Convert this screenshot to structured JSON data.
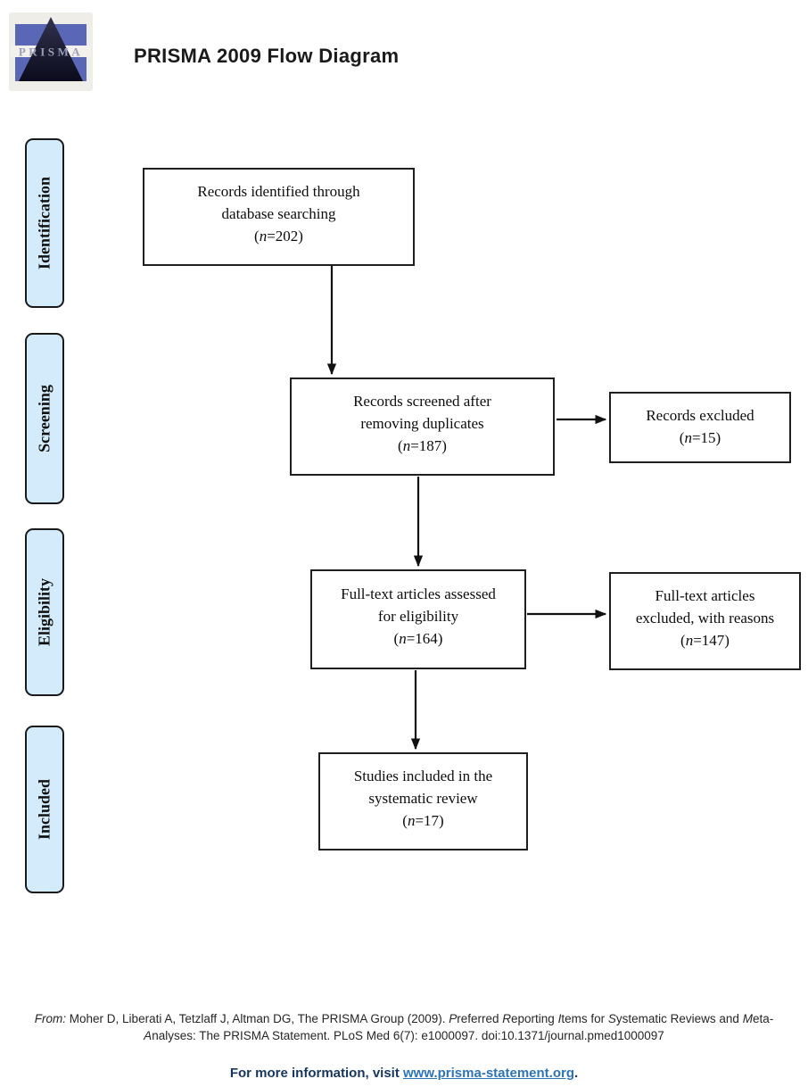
{
  "header": {
    "title": "PRISMA 2009 Flow Diagram",
    "logo_text": "PRISMA"
  },
  "sidebar": {
    "labels": [
      "Identification",
      "Screening",
      "Eligibility",
      "Included"
    ]
  },
  "flow": {
    "n_symbol": "n",
    "boxes": {
      "identified": {
        "lines": [
          "Records identified through",
          "database searching"
        ],
        "n": "202"
      },
      "screened": {
        "lines": [
          "Records screened after",
          "removing duplicates"
        ],
        "n": "187"
      },
      "records_excluded": {
        "lines": [
          "Records excluded"
        ],
        "n": "15"
      },
      "fulltext": {
        "lines": [
          "Full-text articles assessed",
          "for eligibility"
        ],
        "n": "164"
      },
      "fulltext_excluded": {
        "lines": [
          "Full-text articles",
          "excluded, with reasons"
        ],
        "n": "147"
      },
      "included": {
        "lines": [
          "Studies included in the",
          "systematic review"
        ],
        "n": "17"
      }
    }
  },
  "citation": {
    "line1": [
      {
        "t": "From:",
        "i": true
      },
      {
        "t": "  Moher D, Liberati A, Tetzlaff J, Altman DG, The PRISMA Group (2009). ",
        "i": false
      },
      {
        "t": "P",
        "i": true
      },
      {
        "t": "referred ",
        "i": false
      },
      {
        "t": "R",
        "i": true
      },
      {
        "t": "eporting ",
        "i": false
      },
      {
        "t": "I",
        "i": true
      },
      {
        "t": "tems for ",
        "i": false
      },
      {
        "t": "S",
        "i": true
      },
      {
        "t": "ystematic Reviews and ",
        "i": false
      },
      {
        "t": "M",
        "i": true
      },
      {
        "t": "eta-",
        "i": false
      }
    ],
    "line2": [
      {
        "t": "A",
        "i": true
      },
      {
        "t": "nalyses: The PRISMA Statement. PLoS Med 6(7): e1000097. doi:10.1371/journal.pmed1000097",
        "i": false
      }
    ]
  },
  "footer": {
    "prefix": "For more information, visit ",
    "link": "www.prisma-statement.org",
    "suffix": "."
  },
  "colors": {
    "sidebar_fill": "#d3ebfa",
    "box_border": "#1f1f1f",
    "footer_text": "#17365d",
    "footer_link": "#2e74b5",
    "logo_blue": "#5a66b6",
    "logo_triangle": "#14142a"
  }
}
